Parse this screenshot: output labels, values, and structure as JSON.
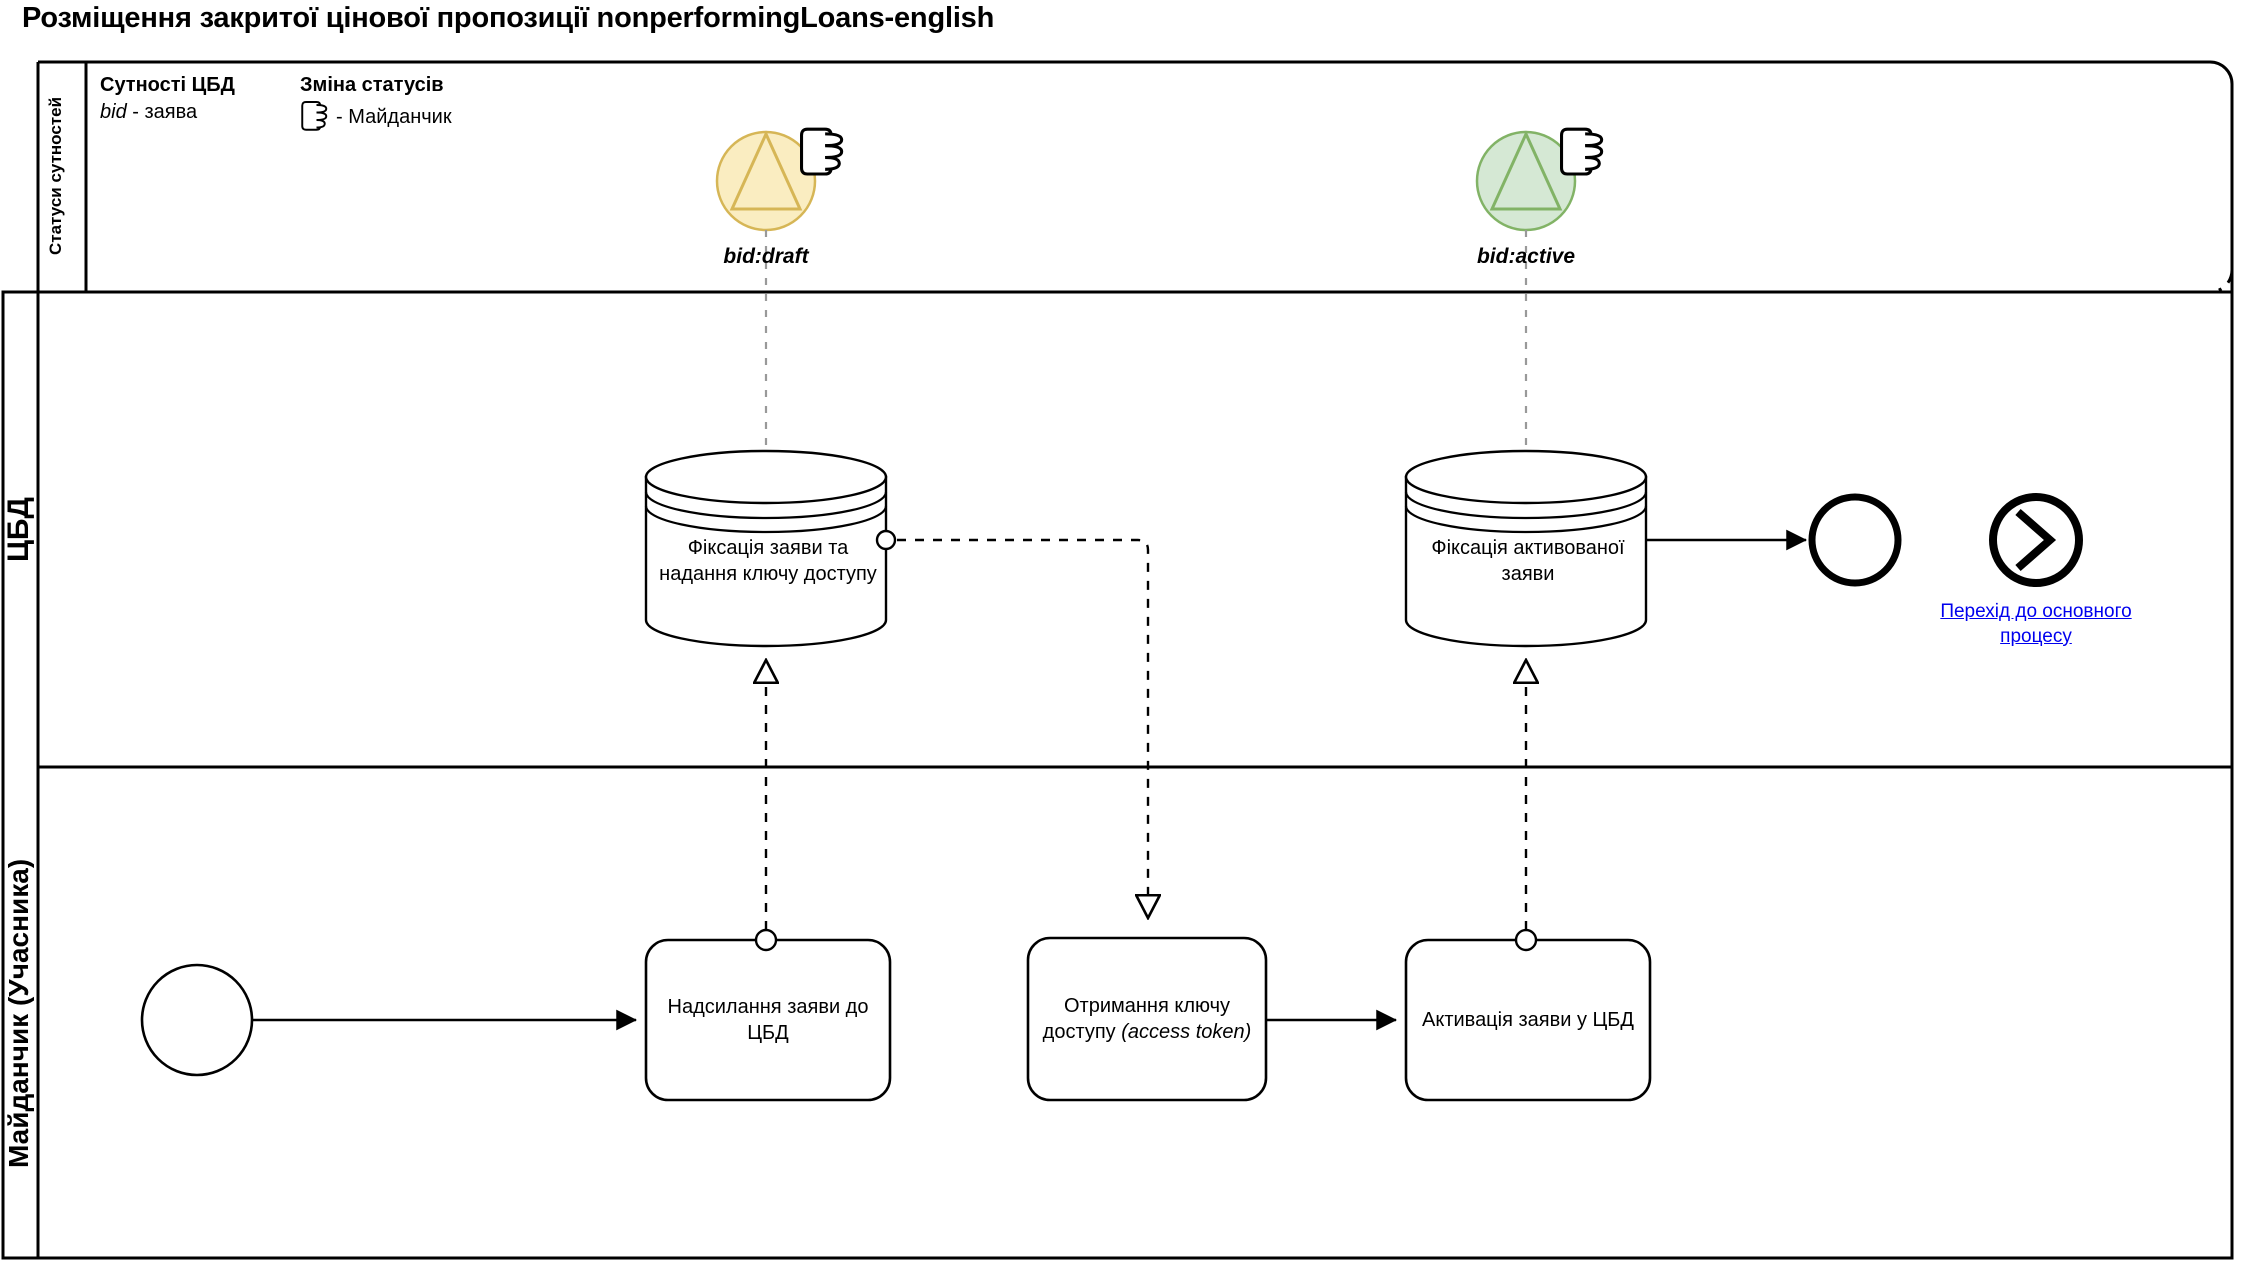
{
  "title": "Розміщення закритої цінової пропозиції nonperformingLoans-english",
  "pool": {
    "lanes": [
      {
        "id": "statuses",
        "label": "Статуси сутностей"
      },
      {
        "id": "cbd",
        "label": "ЦБД"
      },
      {
        "id": "platform",
        "label": "Майданчик (Учасника)"
      }
    ]
  },
  "legend": {
    "entities": {
      "heading": "Сутності ЦБД",
      "italic_term": "bid",
      "description": " - заява"
    },
    "statuses": {
      "heading": "Зміна статусів",
      "icon": "hand-icon",
      "description": "- Майданчик"
    }
  },
  "statuses": [
    {
      "id": "bid-draft",
      "label": "bid:draft",
      "fill": "#FAEDC1",
      "stroke": "#D6B656",
      "icon": "hand-icon"
    },
    {
      "id": "bid-active",
      "label": "bid:active",
      "fill": "#D5E8D4",
      "stroke": "#82B366",
      "icon": "hand-icon"
    }
  ],
  "nodes": {
    "datastore_1": {
      "label": "Фіксація заяви та надання ключу доступу"
    },
    "datastore_2": {
      "label": "Фіксація активованої заяви"
    },
    "task_1": {
      "label": "Надсилання заяви до ЦБД"
    },
    "task_2": {
      "label_1": "Отримання ключу",
      "label_2": "доступу ",
      "label_italic": "(access token)"
    },
    "task_3": {
      "label": "Активація заяви у ЦБД"
    },
    "start_event": {
      "name": "start-event"
    },
    "end_event": {
      "name": "end-event"
    },
    "link_event": {
      "name": "link-event",
      "icon": "chevron-right-icon",
      "label": "Перехід до основного процесу",
      "color": "#0000ee"
    }
  }
}
